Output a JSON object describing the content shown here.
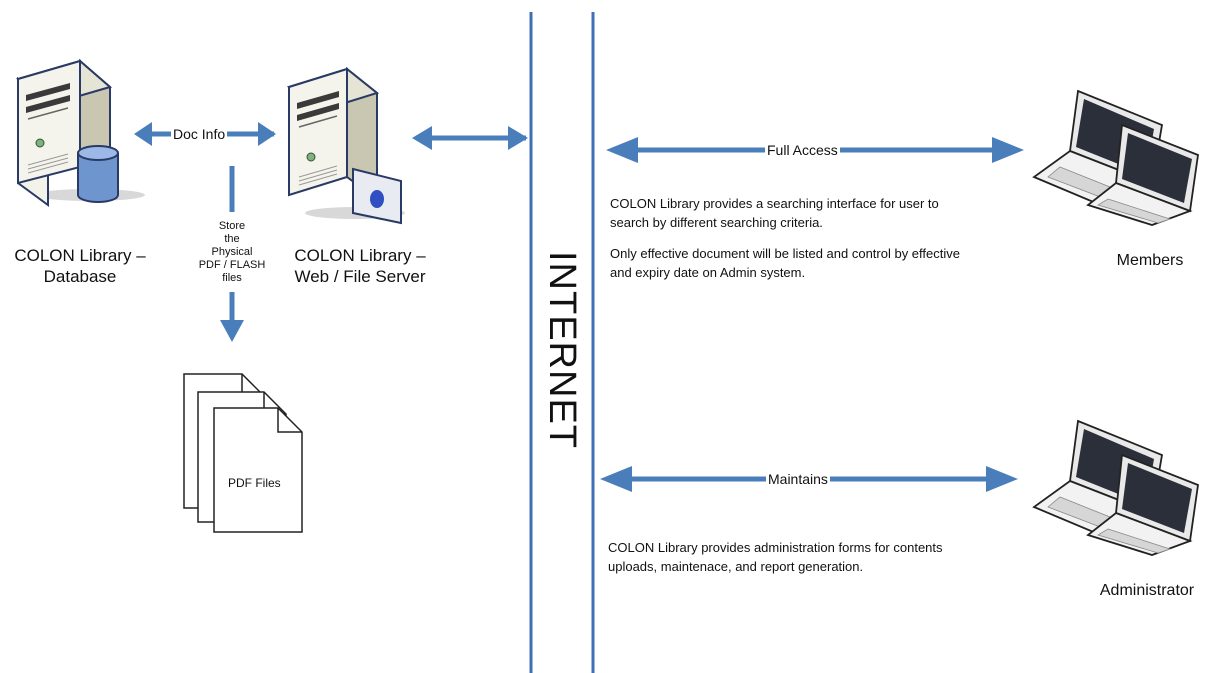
{
  "colors": {
    "arrow": "#4A7EBB",
    "line": "#3F6FB5",
    "server_body": "#F3F2E6",
    "server_outline": "#2A3A66",
    "laptop_screen": "#2B2F3A"
  },
  "internet": {
    "label": "INTERNET"
  },
  "database": {
    "label_line1": "COLON Library –",
    "label_line2": "Database",
    "icon": "database-server-icon"
  },
  "webserver": {
    "label_line1": "COLON Library –",
    "label_line2": "Web / File Server",
    "icon": "web-file-server-icon"
  },
  "doc_info": {
    "label": "Doc Info"
  },
  "store": {
    "lines": [
      "Store",
      "the",
      "Physical",
      "PDF / FLASH",
      "files"
    ]
  },
  "pdf_files": {
    "label": "PDF Files",
    "icon": "documents-icon"
  },
  "members": {
    "arrow_label": "Full Access",
    "label": "Members",
    "icon": "laptops-icon",
    "desc_line1": "COLON Library provides a searching interface for user to",
    "desc_line2": "search by different searching criteria.",
    "desc_line3": "Only effective document will be listed and control by effective",
    "desc_line4": "and expiry date on Admin system."
  },
  "administrator": {
    "arrow_label": "Maintains",
    "label": "Administrator",
    "icon": "laptops-icon",
    "desc_line1": "COLON Library provides administration forms for contents",
    "desc_line2": "uploads, maintenace, and report generation."
  }
}
